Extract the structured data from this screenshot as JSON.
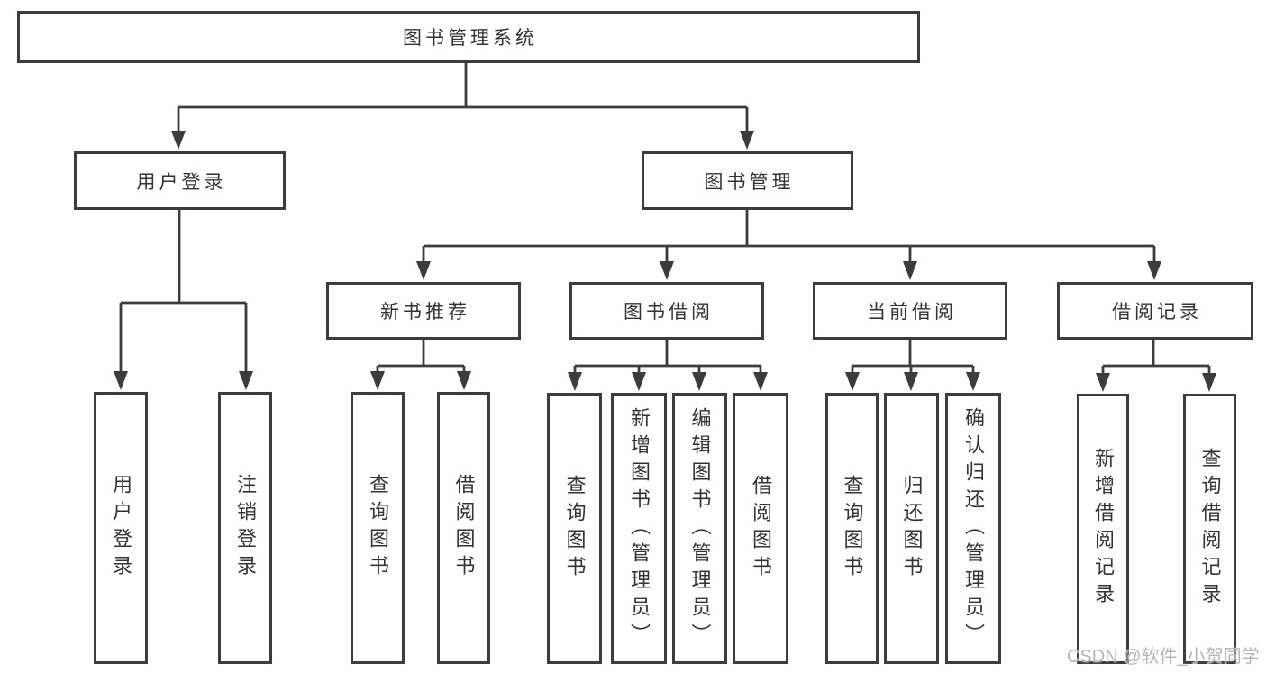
{
  "tree": {
    "label": "图书管理系统",
    "children": [
      {
        "label": "用户登录",
        "children": [
          {
            "label": "用户登录"
          },
          {
            "label": "注销登录"
          }
        ]
      },
      {
        "label": "图书管理",
        "children": [
          {
            "label": "新书推荐",
            "children": [
              {
                "label": "查询图书"
              },
              {
                "label": "借阅图书"
              }
            ]
          },
          {
            "label": "图书借阅",
            "children": [
              {
                "label": "查询图书"
              },
              {
                "label": "新增图书（管理员）"
              },
              {
                "label": "编辑图书（管理员）"
              },
              {
                "label": "借阅图书"
              }
            ]
          },
          {
            "label": "当前借阅",
            "children": [
              {
                "label": "查询图书"
              },
              {
                "label": "归还图书"
              },
              {
                "label": "确认归还（管理员）"
              }
            ]
          },
          {
            "label": "借阅记录",
            "children": [
              {
                "label": "新增借阅记录"
              },
              {
                "label": "查询借阅记录"
              }
            ]
          }
        ]
      }
    ]
  },
  "watermark": {
    "text": "CSDN @软件_小贺同学"
  },
  "colors": {
    "line": "#3c3c3c",
    "text": "#333333",
    "background": "#ffffff",
    "watermark": "#b5b5b5"
  }
}
